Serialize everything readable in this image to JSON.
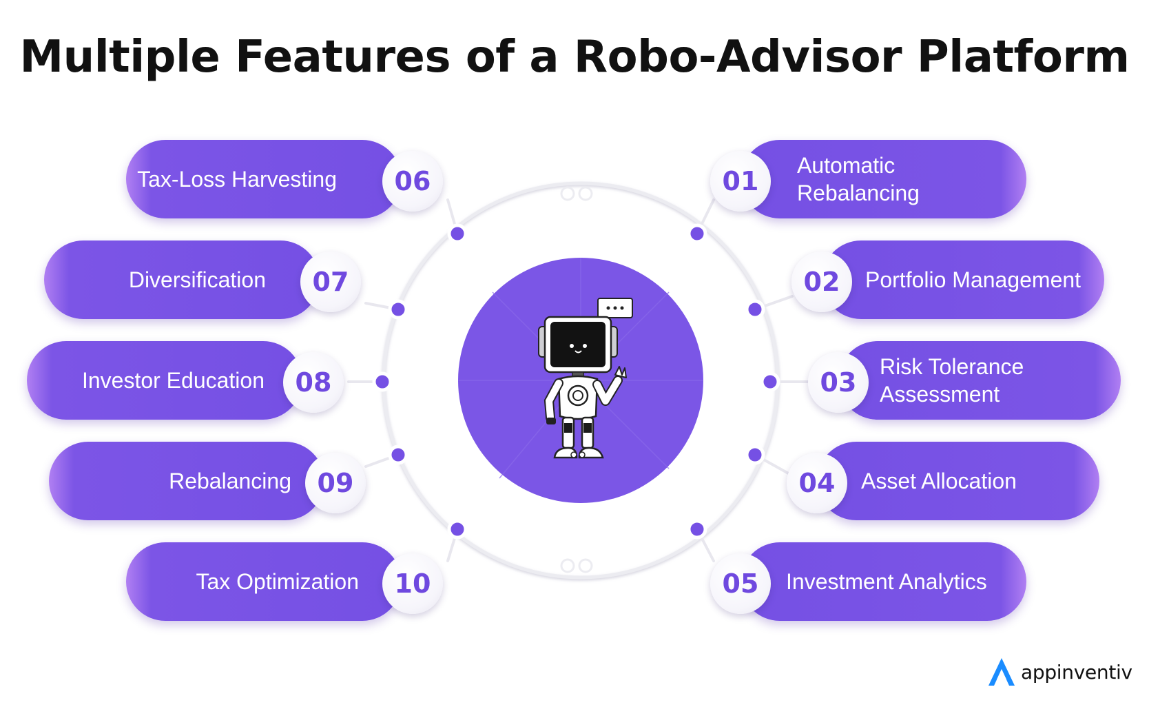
{
  "title": "Multiple Features of a Robo-Advisor Platform",
  "features": [
    {
      "num": "01",
      "lines": [
        "Automatic",
        "Rebalancing"
      ]
    },
    {
      "num": "02",
      "lines": [
        "Portfolio Management"
      ]
    },
    {
      "num": "03",
      "lines": [
        "Risk Tolerance",
        "Assessment"
      ]
    },
    {
      "num": "04",
      "lines": [
        "Asset Allocation"
      ]
    },
    {
      "num": "05",
      "lines": [
        "Investment Analytics"
      ]
    },
    {
      "num": "06",
      "lines": [
        "Tax-Loss Harvesting"
      ]
    },
    {
      "num": "07",
      "lines": [
        "Diversification"
      ]
    },
    {
      "num": "08",
      "lines": [
        "Investor Education"
      ]
    },
    {
      "num": "09",
      "lines": [
        "Rebalancing"
      ]
    },
    {
      "num": "10",
      "lines": [
        "Tax Optimization"
      ]
    }
  ],
  "center_icon": "robot-icon",
  "colors": {
    "accent": "#7550e4",
    "accent_light": "#b07ff2",
    "number_text": "#6f49df",
    "title_text": "#111111"
  },
  "logo": {
    "text": "appinventiv",
    "icon": "appinventiv-logo-icon"
  }
}
